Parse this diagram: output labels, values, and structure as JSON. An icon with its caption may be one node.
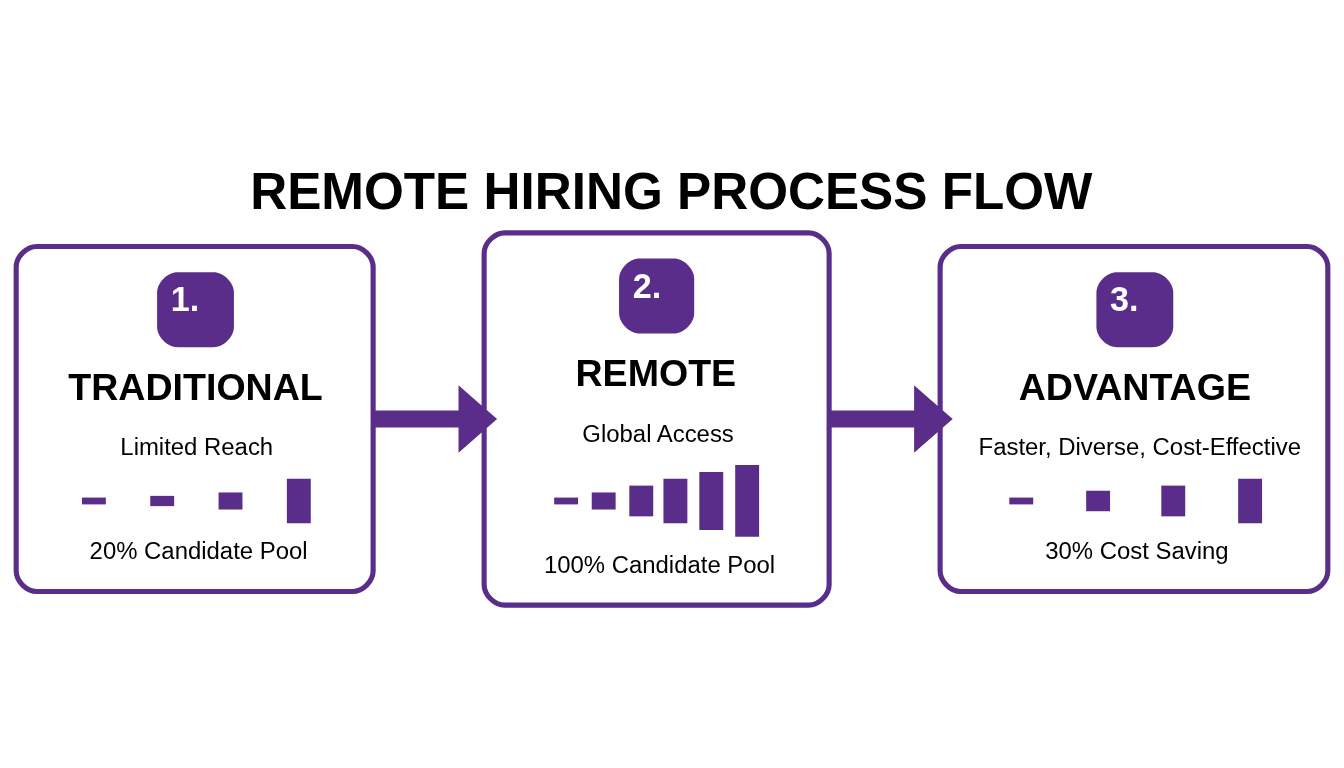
{
  "diagram": {
    "title": "REMOTE HIRING PROCESS FLOW",
    "nodes": [
      {
        "text": [
          "1.",
          "TRADITIONAL",
          "Limited Reach",
          "20% Candidate Pool"
        ]
      },
      {
        "text": [
          "2.",
          "REMOTE",
          "Global Access",
          "100% Candidate Pool"
        ]
      },
      {
        "text": [
          "3.",
          "ADVANTAGE",
          "Faster, Diverse, Cost-Effective",
          "30% Cost Saving"
        ]
      }
    ],
    "edges": [
      {
        "from": 0,
        "to": 1,
        "arrow": "to"
      },
      {
        "from": 1,
        "to": 2,
        "arrow": "to"
      }
    ]
  }
}
